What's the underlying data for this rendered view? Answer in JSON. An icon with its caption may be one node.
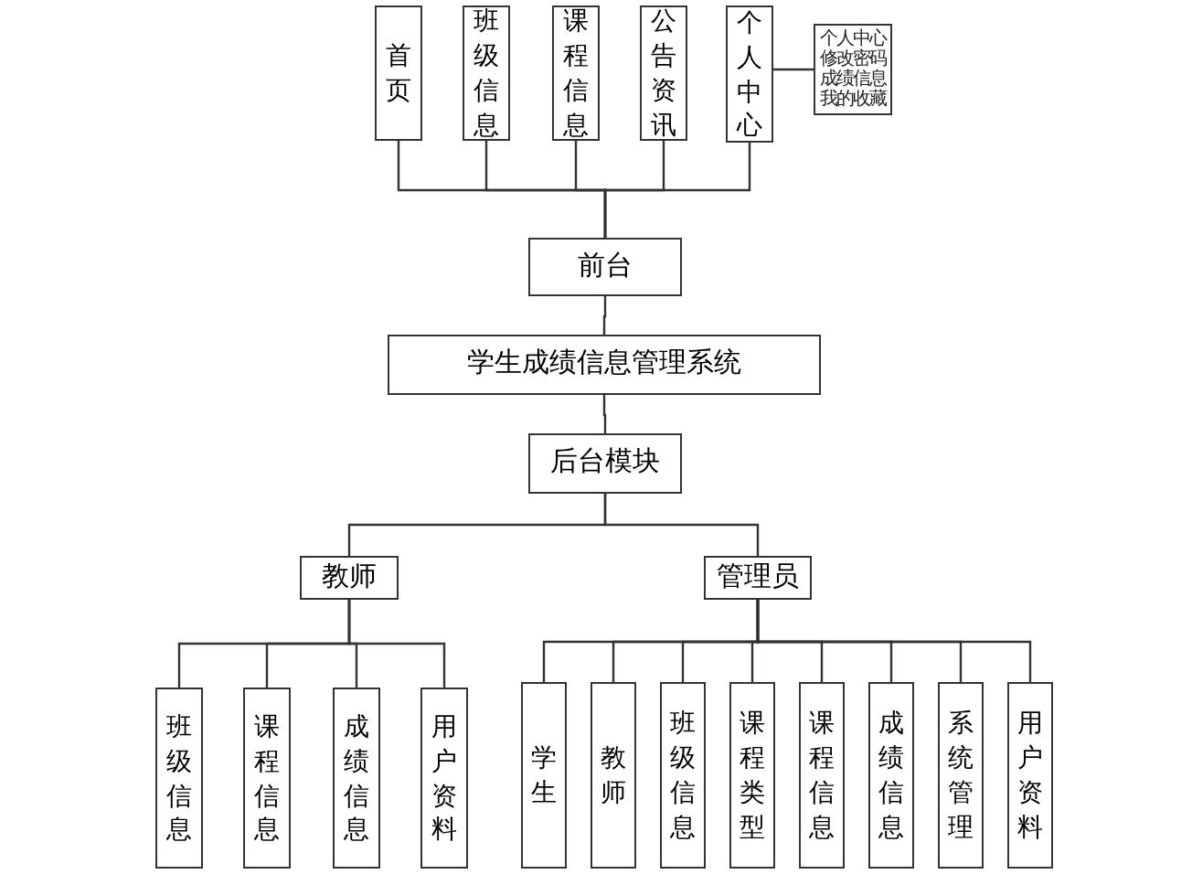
{
  "diagram": {
    "nodes": [
      {
        "text": [
          "首页"
        ]
      },
      {
        "text": [
          "班级信息"
        ]
      },
      {
        "text": [
          "课程信息"
        ]
      },
      {
        "text": [
          "公告资讯"
        ]
      },
      {
        "text": [
          "个人中心"
        ]
      },
      {
        "text": [
          "个人中心",
          "修改密码",
          "成绩信息",
          "我的收藏"
        ]
      },
      {
        "text": [
          "前台"
        ]
      },
      {
        "text": [
          "学生成绩信息管理系统"
        ]
      },
      {
        "text": [
          "后台模块"
        ]
      },
      {
        "text": [
          "教师"
        ]
      },
      {
        "text": [
          "管理员"
        ]
      },
      {
        "text": [
          "班级信息"
        ]
      },
      {
        "text": [
          "课程信息"
        ]
      },
      {
        "text": [
          "成绩信息"
        ]
      },
      {
        "text": [
          "用户资料"
        ]
      },
      {
        "text": [
          "学生"
        ]
      },
      {
        "text": [
          "教师"
        ]
      },
      {
        "text": [
          "班级信息"
        ]
      },
      {
        "text": [
          "课程类型"
        ]
      },
      {
        "text": [
          "课程信息"
        ]
      },
      {
        "text": [
          "成绩信息"
        ]
      },
      {
        "text": [
          "系统管理"
        ]
      },
      {
        "text": [
          "用户资料"
        ]
      }
    ],
    "edges": [
      {
        "from": 0,
        "to": 6,
        "arrow": "none"
      },
      {
        "from": 1,
        "to": 6,
        "arrow": "none"
      },
      {
        "from": 2,
        "to": 6,
        "arrow": "none"
      },
      {
        "from": 3,
        "to": 6,
        "arrow": "none"
      },
      {
        "from": 4,
        "to": 6,
        "arrow": "none"
      },
      {
        "from": 4,
        "to": 5,
        "arrow": "none"
      },
      {
        "from": 6,
        "to": 7,
        "arrow": "none"
      },
      {
        "from": 7,
        "to": 8,
        "arrow": "none"
      },
      {
        "from": 8,
        "to": 9,
        "arrow": "none"
      },
      {
        "from": 8,
        "to": 10,
        "arrow": "none"
      },
      {
        "from": 9,
        "to": 11,
        "arrow": "none"
      },
      {
        "from": 9,
        "to": 12,
        "arrow": "none"
      },
      {
        "from": 9,
        "to": 13,
        "arrow": "none"
      },
      {
        "from": 9,
        "to": 14,
        "arrow": "none"
      },
      {
        "from": 10,
        "to": 15,
        "arrow": "none"
      },
      {
        "from": 10,
        "to": 16,
        "arrow": "none"
      },
      {
        "from": 10,
        "to": 17,
        "arrow": "none"
      },
      {
        "from": 10,
        "to": 18,
        "arrow": "none"
      },
      {
        "from": 10,
        "to": 19,
        "arrow": "none"
      },
      {
        "from": 10,
        "to": 20,
        "arrow": "none"
      },
      {
        "from": 10,
        "to": 21,
        "arrow": "none"
      },
      {
        "from": 10,
        "to": 22,
        "arrow": "none"
      }
    ]
  }
}
